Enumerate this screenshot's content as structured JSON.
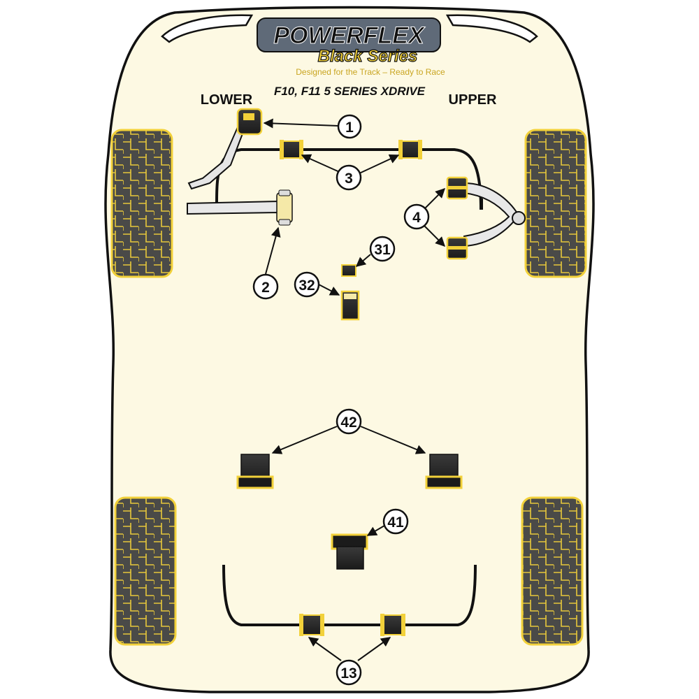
{
  "brand": {
    "name": "POWERFLEX",
    "series": "Black Series",
    "tagline": "Designed for the Track – Ready to Race"
  },
  "model": "F10, F11 5 SERIES XDRIVE",
  "labels": {
    "lower": "LOWER",
    "upper": "UPPER"
  },
  "callouts": [
    "1",
    "2",
    "3",
    "4",
    "31",
    "32",
    "42",
    "41",
    "13"
  ],
  "colors": {
    "accent": "#f2d13a",
    "body_fill": "#fdf9e3",
    "tyre": "#4a4a48",
    "outline": "#111111"
  }
}
